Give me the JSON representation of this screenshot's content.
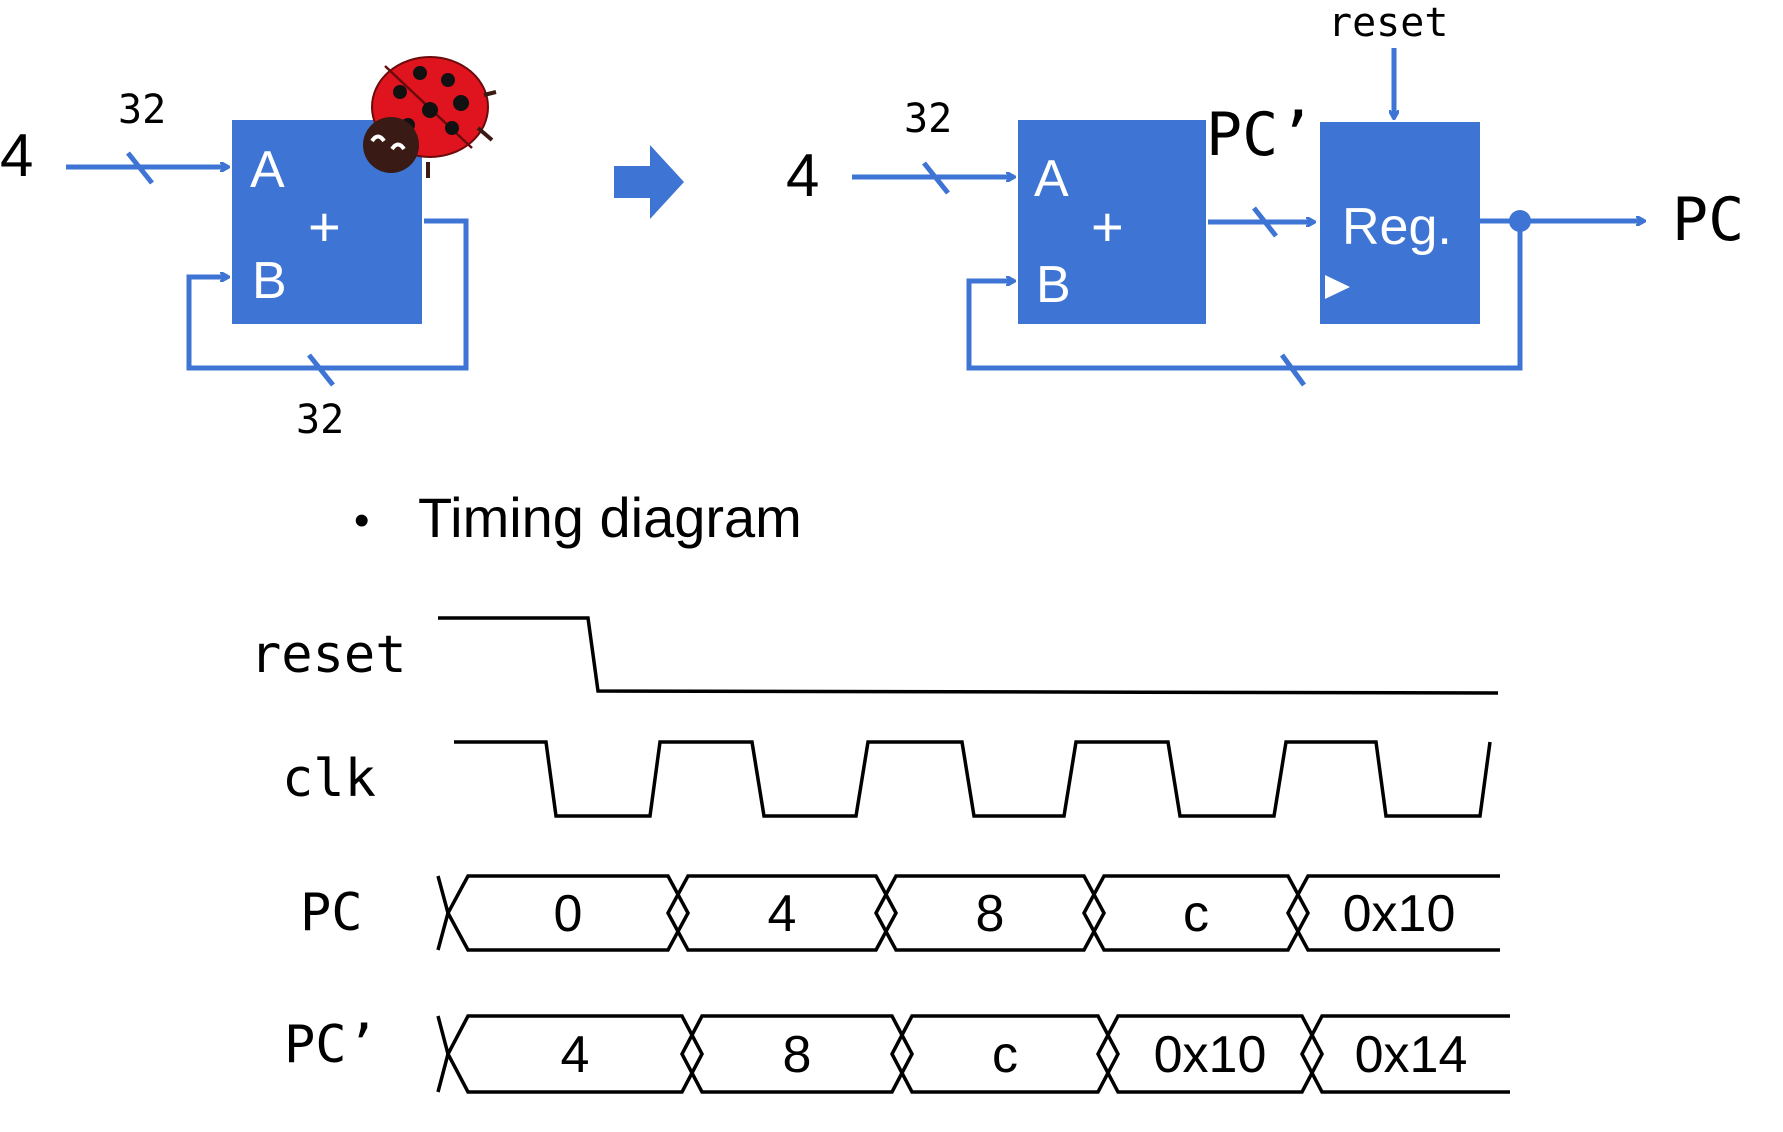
{
  "colors": {
    "accent": "#3e74d4",
    "ink": "#000000",
    "ladybug": "#e0141e"
  },
  "left_circuit": {
    "input_value": "4",
    "input_width": "32",
    "feedback_width": "32",
    "adder": {
      "port_a": "A",
      "port_b": "B",
      "op": "+"
    }
  },
  "arrow_icon": "right-arrow-icon",
  "ladybug_icon": "ladybug-bug-icon",
  "right_circuit": {
    "input_value": "4",
    "input_width": "32",
    "adder": {
      "port_a": "A",
      "port_b": "B",
      "op": "+"
    },
    "next_pc_label": "PC’",
    "register": {
      "label": "Reg.",
      "reset_label": "reset"
    },
    "output_label": "PC"
  },
  "timing": {
    "bullet": "•",
    "title": "Timing diagram",
    "signals": {
      "reset": "reset",
      "clk": "clk",
      "pc": "PC",
      "pc_next": "PC’"
    },
    "pc_values": [
      "0",
      "4",
      "8",
      "c",
      "0x10"
    ],
    "pc_next_values": [
      "4",
      "8",
      "c",
      "0x10",
      "0x14"
    ]
  }
}
